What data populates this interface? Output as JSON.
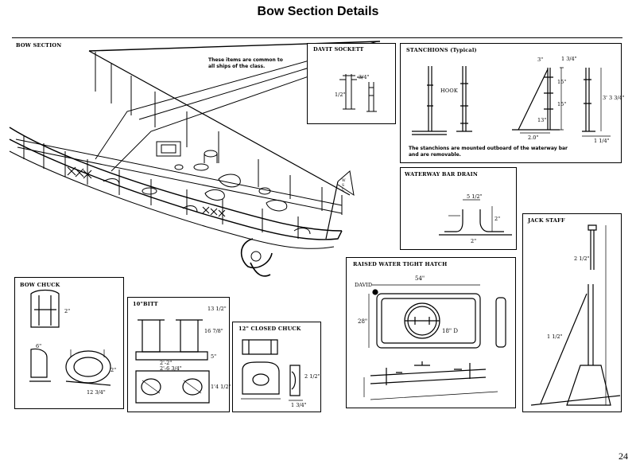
{
  "page": {
    "title": "Bow Section Details",
    "page_number": "24"
  },
  "bow_section": {
    "label": "BOW SECTION",
    "note_line1": "These items are common to",
    "note_line2": "all ships of the class."
  },
  "davit_socket": {
    "label": "DAVIT SOCKETT",
    "dims": [
      "3/4\"",
      "1/2\""
    ]
  },
  "stanchions": {
    "label": "STANCHIONS (Typical)",
    "hook_label": "HOOK",
    "note_line1": "The stanchions are mounted outboard of the waterway bar",
    "note_line2": "and are removable.",
    "dims": [
      "3\"",
      "1 3/4\"",
      "15\"",
      "15\"",
      "13\"",
      "2.0\"",
      "3' 3 3/4\"",
      "1 1/4\""
    ]
  },
  "waterway_bar_drain": {
    "label": "WATERWAY BAR DRAIN",
    "dims": [
      "5 1/2\"",
      "2\"",
      "2\""
    ]
  },
  "jack_staff": {
    "label": "JACK STAFF",
    "dims": [
      "2 1/2\"",
      "1 1/2\""
    ]
  },
  "bow_chuck": {
    "label": "BOW CHUCK",
    "dims": [
      "2\"",
      "6\"",
      "2\"",
      "12 3/4\""
    ]
  },
  "bitt": {
    "label": "10\"BITT",
    "dims": [
      "13 1/2\"",
      "16 7/8\"",
      "2'-2\"",
      "2'-6 3/4\"",
      "5\"",
      "1'4 1/2\""
    ]
  },
  "closed_chuck": {
    "label": "12\" CLOSED CHUCK",
    "dims": [
      "2 1/2\"",
      "1 3/4\""
    ]
  },
  "hatch": {
    "label": "RAISED WATER TIGHT HATCH",
    "david_label": "DAVID",
    "width_dim": "54\"",
    "height_dim": "28\"",
    "port_dim": "18\" D"
  }
}
